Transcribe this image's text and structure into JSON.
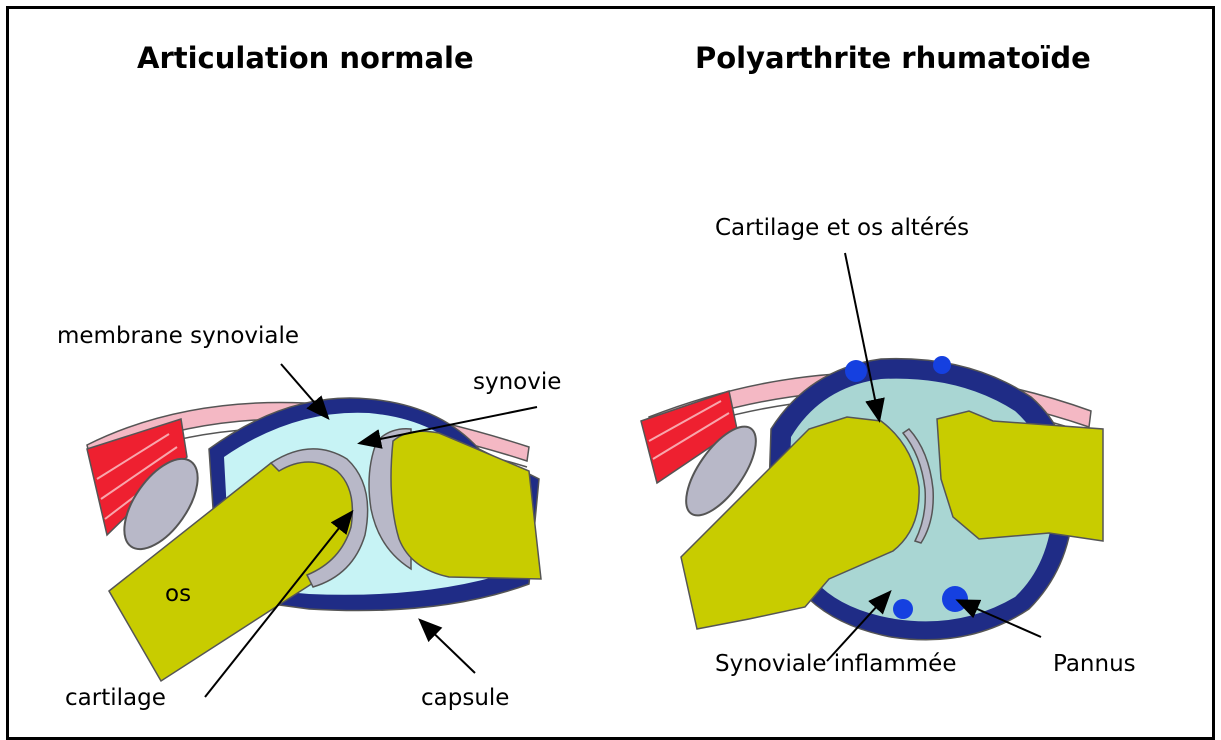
{
  "left_panel": {
    "title": "Articulation normale",
    "labels": {
      "membrane": "membrane synoviale",
      "synovie": "synovie",
      "os": "os",
      "cartilage": "cartilage",
      "capsule": "capsule"
    }
  },
  "right_panel": {
    "title": "Polyarthrite rhumatoïde",
    "labels": {
      "altered": "Cartilage et os altérés",
      "inflamed": "Synoviale inflammée",
      "pannus": "Pannus"
    }
  },
  "colors": {
    "bone": "#c8cc00",
    "cartilage": "#b8b8c8",
    "synovial_fluid": "#c7f3f5",
    "synovial_fluid_inflamed": "#a9d6d3",
    "membrane": "#1f2c86",
    "pannus": "#1540e0",
    "muscle": "#ee2030",
    "skin": "#f4b8c4"
  }
}
